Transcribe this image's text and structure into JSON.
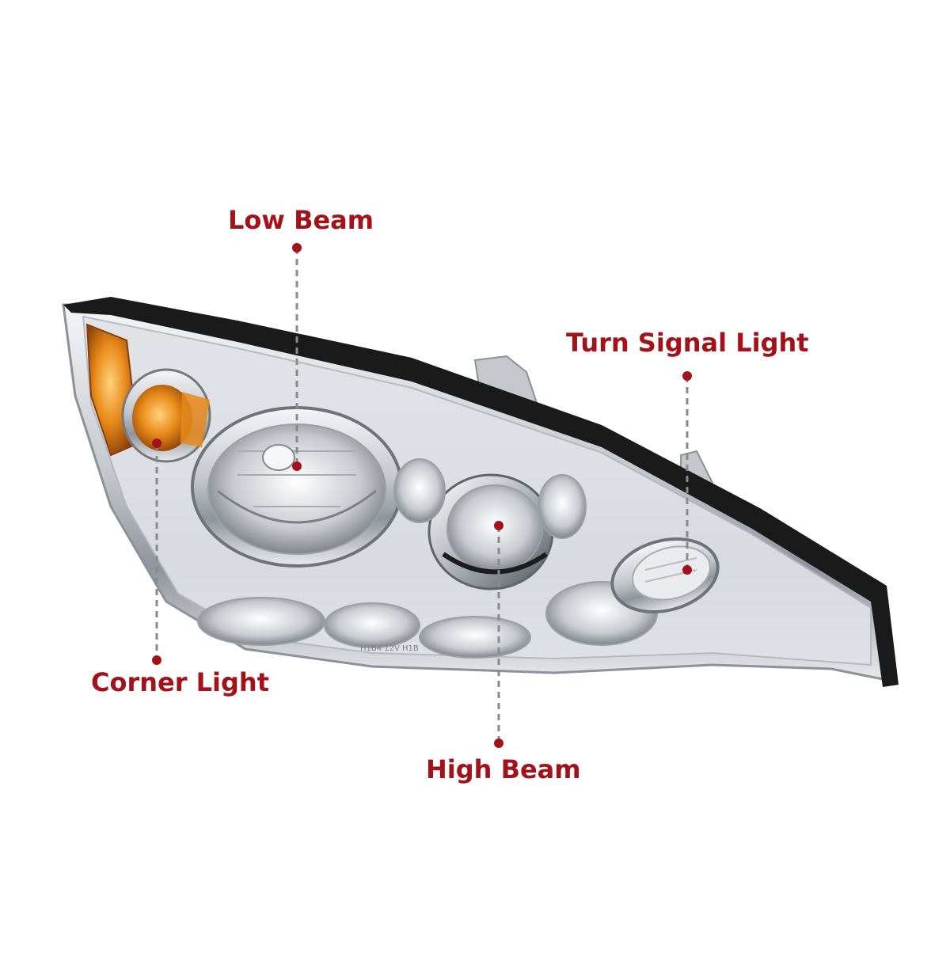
{
  "colors": {
    "callout": "#a31219",
    "leader_line": "#8a8a8a",
    "housing_trim": "#1a1a1a",
    "amber": "#e88a1a",
    "chrome": "#c9ccd1"
  },
  "callouts": {
    "low_beam": "Low Beam",
    "turn_signal": "Turn Signal Light",
    "corner_light": "Corner Light",
    "high_beam": "High Beam"
  },
  "product": {
    "lens_text": "H1B4 12V H1B"
  }
}
